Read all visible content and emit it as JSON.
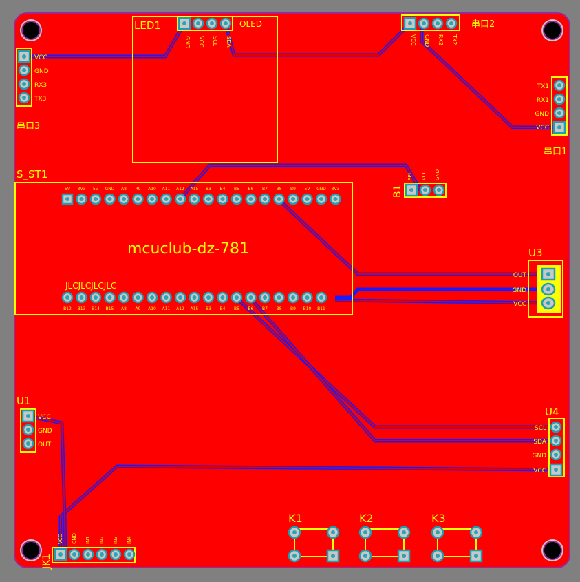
{
  "board_title": "mcuclub-dz-781",
  "module_label": "S_ST1",
  "module_top_pins": [
    "5V",
    "3V3",
    "5V",
    "GND",
    "A8",
    "R9",
    "A10",
    "A11",
    "A12",
    "A15",
    "B3",
    "B4",
    "B5",
    "B6",
    "B7",
    "B8",
    "B9",
    "5V",
    "GND",
    "3V3"
  ],
  "module_bottom_pins": [
    "B12",
    "B13",
    "B14",
    "B15",
    "A8",
    "A9",
    "A10",
    "A11",
    "A12",
    "A15",
    "B3",
    "B4",
    "B5",
    "B6",
    "B7",
    "B8",
    "B9",
    "B10",
    "B11"
  ],
  "jlc_text": "JLCJLCJLCJLC",
  "led": {
    "ref": "LED1",
    "name": "OLED",
    "pins": [
      "GND",
      "VCC",
      "SCL",
      "SDA"
    ]
  },
  "port2": {
    "ref": "串口2",
    "pins": [
      "VCC",
      "GND",
      "RX2",
      "TX2"
    ]
  },
  "port3": {
    "ref": "串口3",
    "pins": [
      "VCC",
      "GND",
      "RX3",
      "TX3"
    ]
  },
  "port1": {
    "ref": "串口1",
    "pins": [
      "TX1",
      "RX1",
      "GND",
      "VCC"
    ]
  },
  "b1": {
    "ref": "B1",
    "pins": [
      "SEL",
      "VCC",
      "GND"
    ]
  },
  "u3": {
    "ref": "U3",
    "pins": [
      "OUT",
      "GND",
      "VCC"
    ]
  },
  "u1": {
    "ref": "U1",
    "pins": [
      "VCC",
      "GND",
      "OUT"
    ]
  },
  "u4": {
    "ref": "U4",
    "pins": [
      "SCL",
      "SDA",
      "GND",
      "VCC"
    ]
  },
  "jk1": {
    "ref": "JK1",
    "pins": [
      "VCC",
      "GND",
      "IN1",
      "IN2",
      "IN3",
      "IN4"
    ]
  },
  "keys": [
    "K1",
    "K2",
    "K3"
  ],
  "colors": {
    "copper": "#ff0000",
    "silkscreen": "#ffff00",
    "trace": "#1a1aff",
    "outline": "#9a2a9a"
  }
}
